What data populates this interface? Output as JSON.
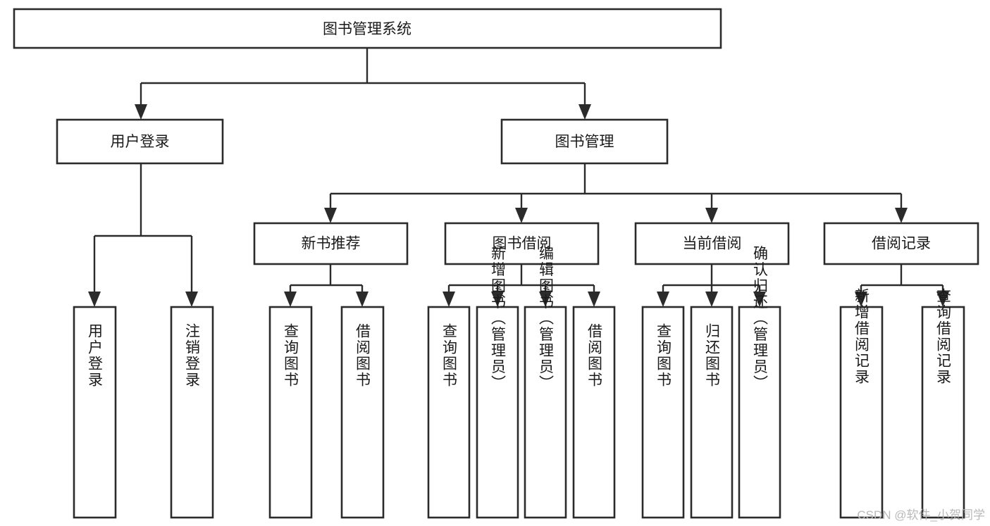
{
  "diagram": {
    "title": "图书管理系统",
    "type": "hierarchy-tree",
    "root": {
      "label": "图书管理系统"
    },
    "level2": [
      {
        "label": "用户登录"
      },
      {
        "label": "图书管理"
      }
    ],
    "level3": [
      {
        "label": "新书推荐"
      },
      {
        "label": "图书借阅"
      },
      {
        "label": "当前借阅"
      },
      {
        "label": "借阅记录"
      }
    ],
    "leaves": {
      "user_login": [
        {
          "label": "用户登录"
        },
        {
          "label": "注销登录"
        }
      ],
      "new_book_recommend": [
        {
          "label": "查询图书"
        },
        {
          "label": "借阅图书"
        }
      ],
      "book_borrow": [
        {
          "label": "查询图书"
        },
        {
          "label": "新增图书（管理员）"
        },
        {
          "label": "编辑图书（管理员）"
        },
        {
          "label": "借阅图书"
        }
      ],
      "current_borrow": [
        {
          "label": "查询图书"
        },
        {
          "label": "归还图书"
        },
        {
          "label": "确认归还（管理员）"
        }
      ],
      "borrow_records": [
        {
          "label": "新增借阅记录"
        },
        {
          "label": "查询借阅记录"
        }
      ]
    }
  },
  "watermark": {
    "text": "CSDN @软件_小贺同学"
  },
  "colors": {
    "stroke": "#2b2b2b",
    "fill": "#ffffff",
    "text": "#1a1a1a",
    "watermark": "#b9b9b9"
  }
}
